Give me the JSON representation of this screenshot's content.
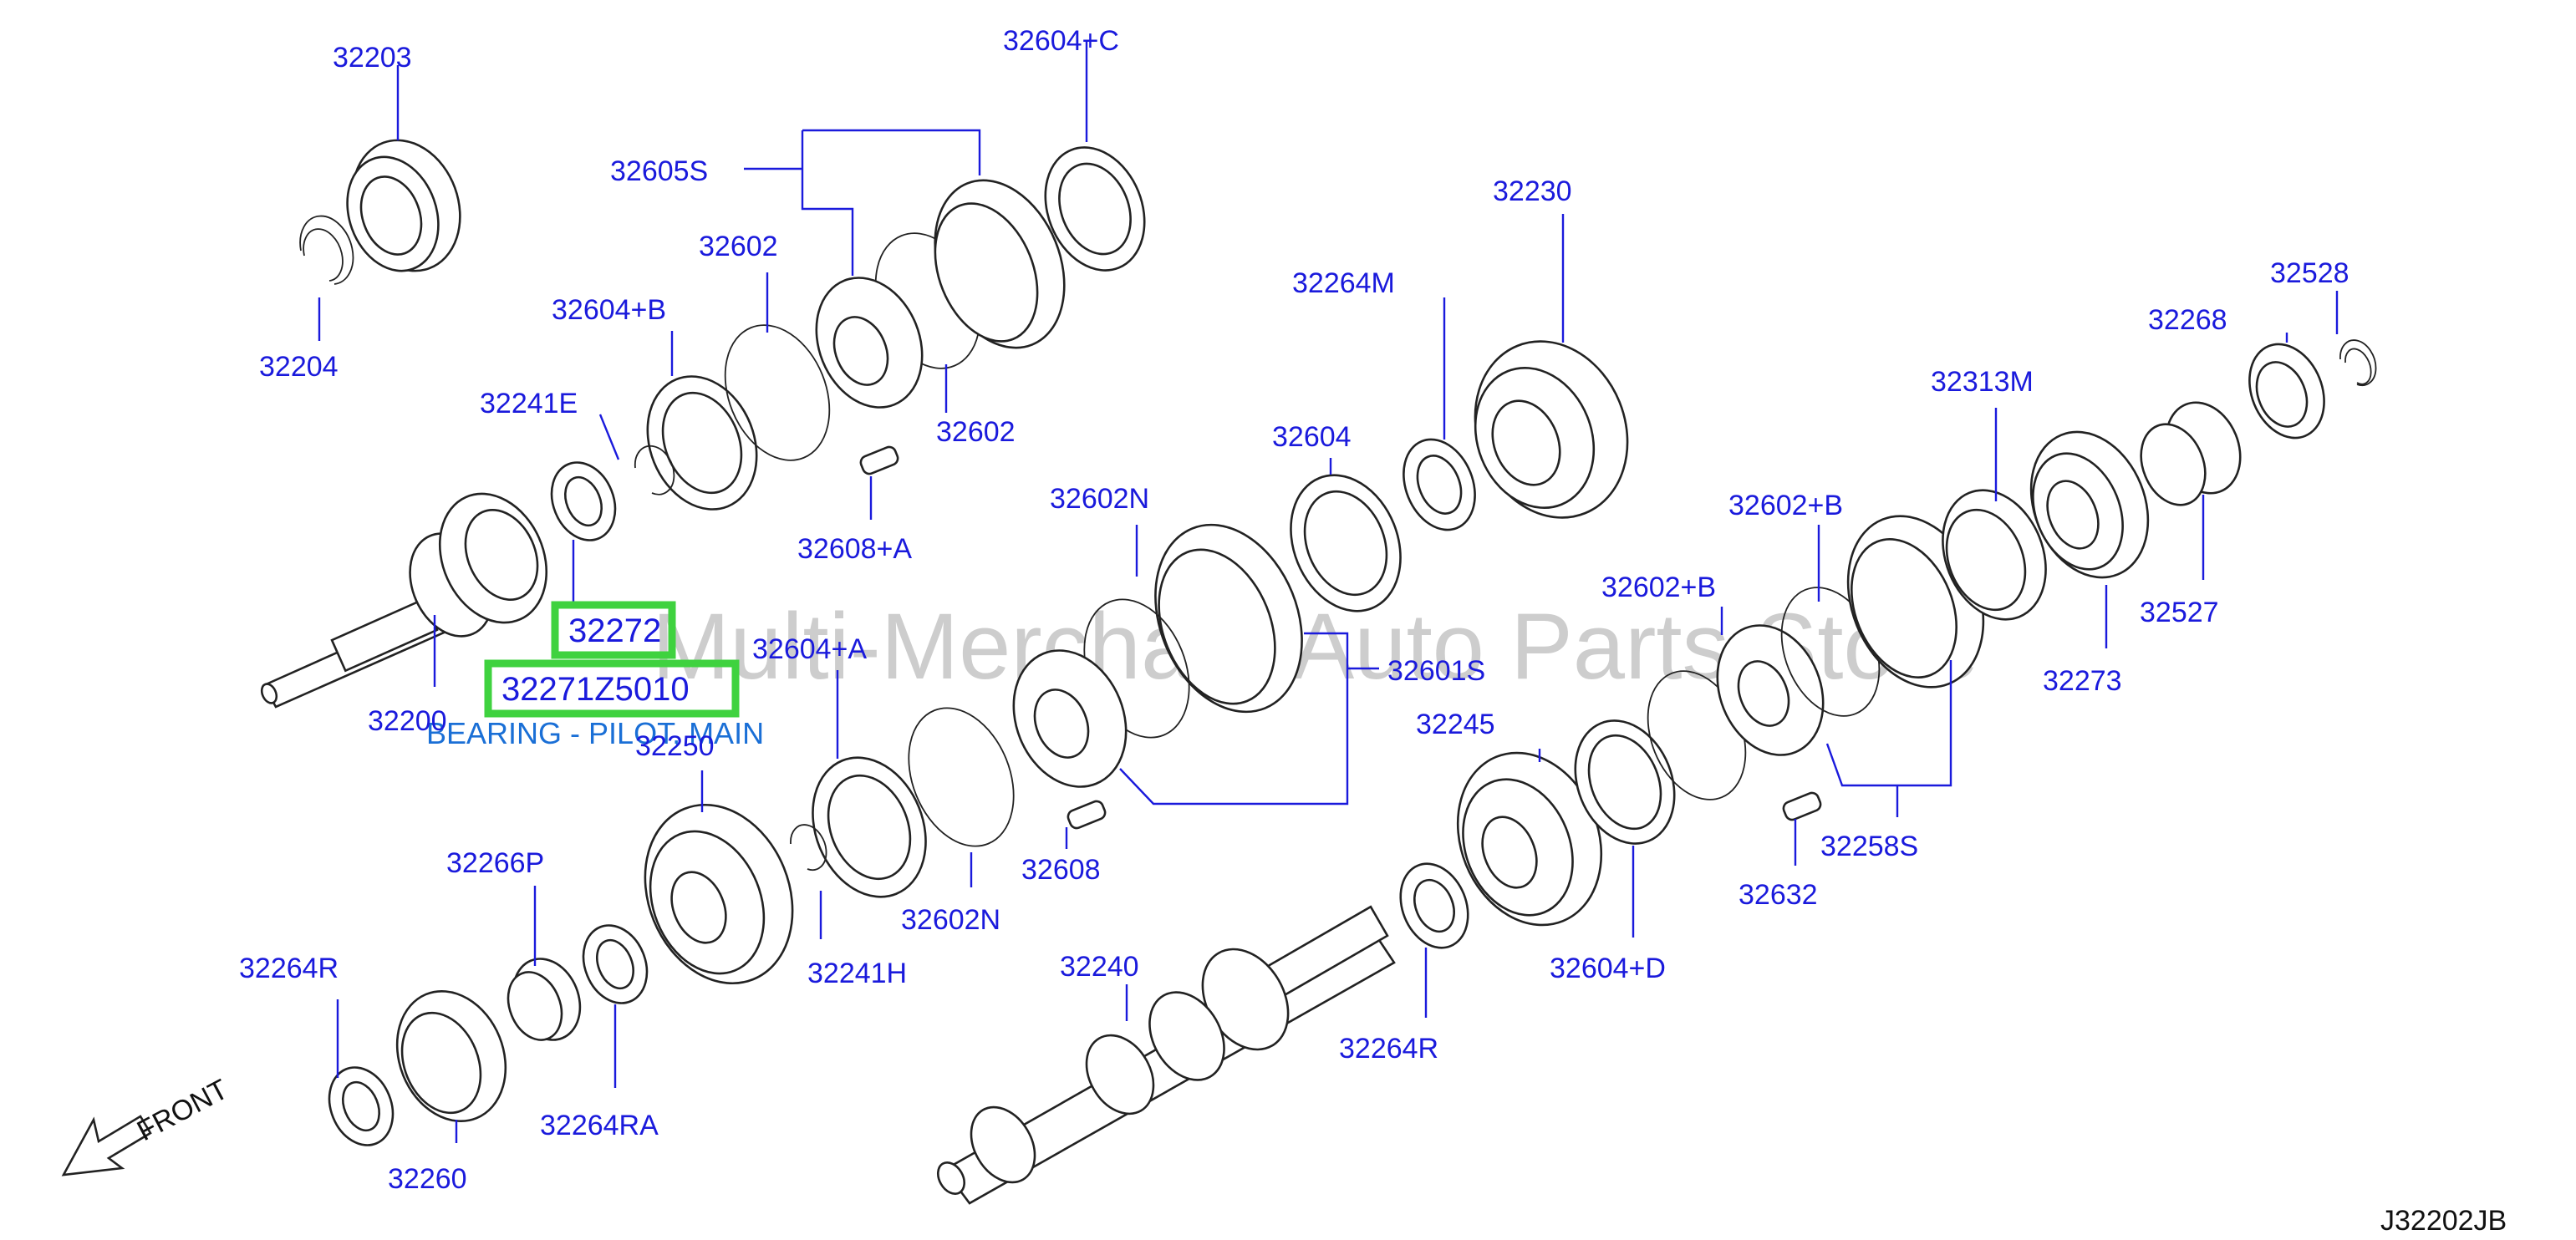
{
  "diagram": {
    "watermark": "Multi-Merchant Auto Parts Store",
    "reference_code": "J32202JB",
    "front_label": "FRONT",
    "selected_part": {
      "number": "32271Z5010",
      "description": "BEARING - PILOT, MAIN",
      "callout": "32272"
    },
    "labels": [
      {
        "id": "32203",
        "text": "32203"
      },
      {
        "id": "32204",
        "text": "32204"
      },
      {
        "id": "32604-C",
        "text": "32604+C"
      },
      {
        "id": "32605S",
        "text": "32605S"
      },
      {
        "id": "32602-a",
        "text": "32602"
      },
      {
        "id": "32602-b",
        "text": "32602"
      },
      {
        "id": "32604-B",
        "text": "32604+B"
      },
      {
        "id": "32241E",
        "text": "32241E"
      },
      {
        "id": "32608-A",
        "text": "32608+A"
      },
      {
        "id": "32200",
        "text": "32200"
      },
      {
        "id": "32230",
        "text": "32230"
      },
      {
        "id": "32264M",
        "text": "32264M"
      },
      {
        "id": "32604",
        "text": "32604"
      },
      {
        "id": "32602N-a",
        "text": "32602N"
      },
      {
        "id": "32601S",
        "text": "32601S"
      },
      {
        "id": "32604-A",
        "text": "32604+A"
      },
      {
        "id": "32250",
        "text": "32250"
      },
      {
        "id": "32608",
        "text": "32608"
      },
      {
        "id": "32602N-b",
        "text": "32602N"
      },
      {
        "id": "32241H",
        "text": "32241H"
      },
      {
        "id": "32266P",
        "text": "32266P"
      },
      {
        "id": "32264R-a",
        "text": "32264R"
      },
      {
        "id": "32264RA",
        "text": "32264RA"
      },
      {
        "id": "32260",
        "text": "32260"
      },
      {
        "id": "32240",
        "text": "32240"
      },
      {
        "id": "32264R-b",
        "text": "32264R"
      },
      {
        "id": "32245",
        "text": "32245"
      },
      {
        "id": "32604-D",
        "text": "32604+D"
      },
      {
        "id": "32602-B-a",
        "text": "32602+B"
      },
      {
        "id": "32602-B-b",
        "text": "32602+B"
      },
      {
        "id": "32632",
        "text": "32632"
      },
      {
        "id": "32258S",
        "text": "32258S"
      },
      {
        "id": "32313M",
        "text": "32313M"
      },
      {
        "id": "32273",
        "text": "32273"
      },
      {
        "id": "32268",
        "text": "32268"
      },
      {
        "id": "32528",
        "text": "32528"
      },
      {
        "id": "32527",
        "text": "32527"
      }
    ]
  }
}
